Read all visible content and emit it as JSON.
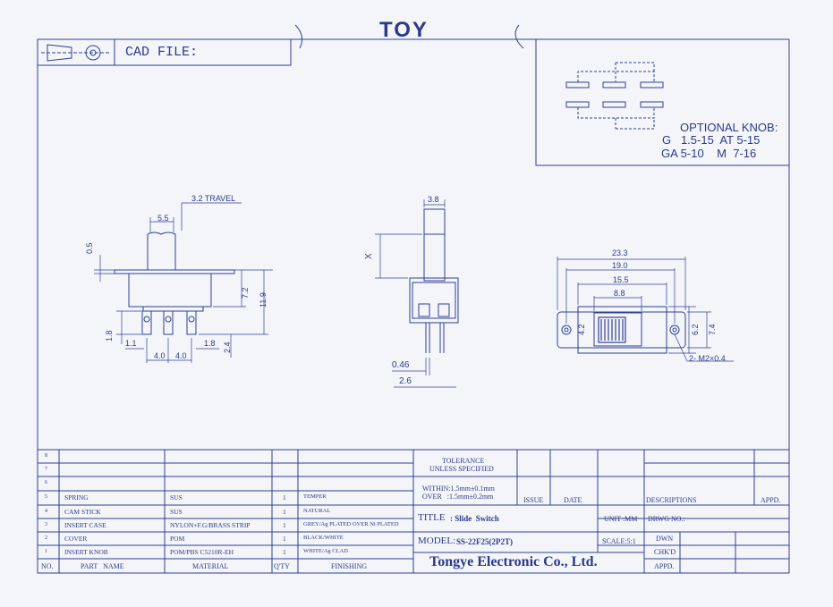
{
  "logo": "TOY",
  "cad_file_label": "CAD FILE:",
  "optional_knob": {
    "title": "OPTIONAL KNOB:",
    "line1": "G   1.5-15  AT 5-15",
    "line2": "GA 5-10    M  7-16"
  },
  "dimensions": {
    "side": {
      "travel": "3.2 TRAVEL",
      "d55": "5.5",
      "d05": "0.5",
      "d72": "7.2",
      "d119": "11.9",
      "d18a": "1.8",
      "d11": "1.1",
      "d18b": "1.8",
      "d40a": "4.0",
      "d40b": "4.0",
      "d24": "2.4"
    },
    "front": {
      "d38": "3.8",
      "x": "X",
      "d046": "0.46",
      "d26": "2.6"
    },
    "top": {
      "d233": "23.3",
      "d190": "19.0",
      "d155": "15.5",
      "d88": "8.8",
      "d42": "4.2",
      "d62": "6.2",
      "d74": "7.4",
      "hole": "2- M2×0.4"
    }
  },
  "parts_table": {
    "headers": {
      "no": "NO.",
      "part_name": "PART   NAME",
      "material": "MATERIAL",
      "qty": "Q'TY",
      "finishing": "FINISHING"
    },
    "rows": [
      {
        "no": "8",
        "part": "",
        "material": "",
        "qty": "",
        "finishing": ""
      },
      {
        "no": "7",
        "part": "",
        "material": "",
        "qty": "",
        "finishing": ""
      },
      {
        "no": "6",
        "part": "",
        "material": "",
        "qty": "",
        "finishing": ""
      },
      {
        "no": "5",
        "part": "SPRING",
        "material": "SUS",
        "qty": "1",
        "finishing": "TEMPER"
      },
      {
        "no": "4",
        "part": "CAM STICK",
        "material": "SUS",
        "qty": "1",
        "finishing": "NATURAL"
      },
      {
        "no": "3",
        "part": "INSERT CASE",
        "material": "NYLON+F.G/BRASS STRIP",
        "qty": "1",
        "finishing": "GREY/Ag PLATED OVER Ni PLATED"
      },
      {
        "no": "2",
        "part": "COVER",
        "material": "POM",
        "qty": "1",
        "finishing": "BLACK/WHITE"
      },
      {
        "no": "1",
        "part": "INSERT KNOB",
        "material": "POM/PBS C5210R-EH",
        "qty": "1",
        "finishing": "WHITE/Ag CLAD"
      }
    ]
  },
  "title_block": {
    "tolerance1": "TOLERANCE",
    "tolerance2": "UNLESS SPECIFIED",
    "within": "WITHIN:1.5mm±0.1mm",
    "over": "OVER   :1.5mm±0.2mm",
    "issue": "ISSUE",
    "date": "DATE",
    "descriptions": "DESCRIPTIONS",
    "appd_header": "APPD.",
    "title_label": "TITLE",
    "title_value": ": Slide  Switch",
    "unit": "UNIT :MM",
    "drwg_no": "DRWG NO.:",
    "model_label": "MODEL:",
    "model_value": "SS-22F25(2P2T)",
    "scale": "SCALE:5:1",
    "dwn": "DWN",
    "chkd": "CHK'D",
    "appd": "APPD.",
    "company": "Tongye Electronic Co., Ltd."
  }
}
